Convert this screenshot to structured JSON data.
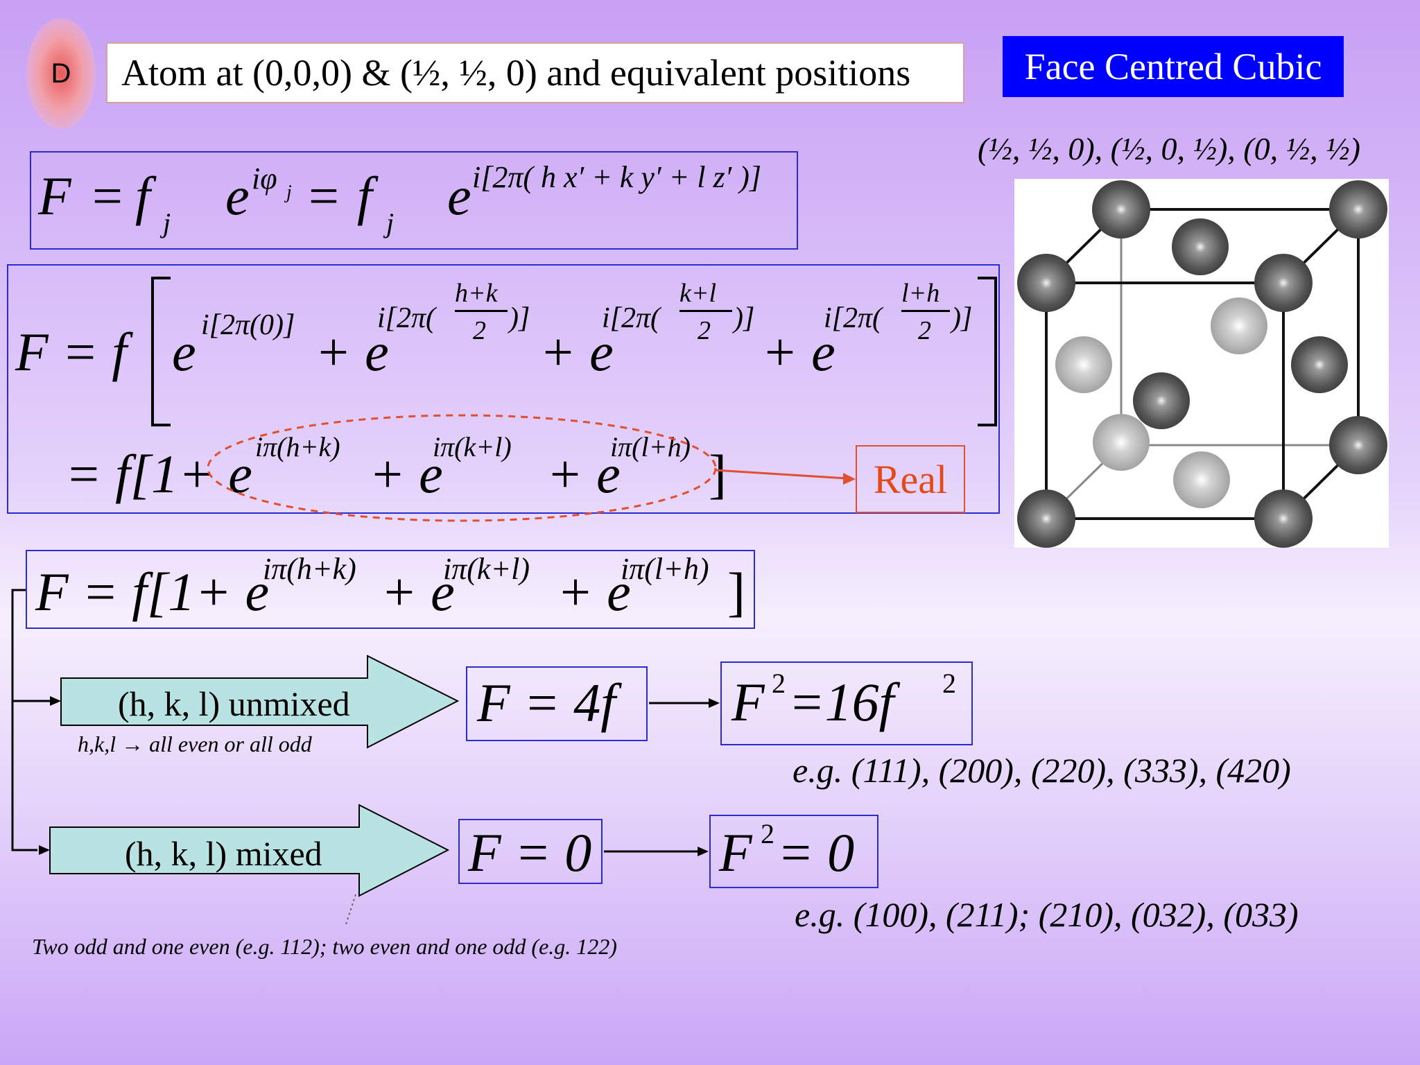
{
  "badge": "D",
  "header": "Atom at (0,0,0) & (½, ½, 0) and equivalent positions",
  "title": "Face Centred Cubic",
  "positions": "(½, ½, 0), (½, 0, ½), (0, ½, ½)",
  "eq1": {
    "F": "F",
    "equals": "=",
    "f": "f",
    "j": "j",
    "e": "e",
    "phi_exp": "iφ",
    "phi_sub": "j",
    "exp2": "i[2π( h x′ + k y′ + l z′ )]",
    "exp2_sub": "j"
  },
  "eq2": {
    "lhs": "F = f",
    "term1": "e",
    "term1_exp": "i[2π(0)]",
    "plus": "+ e",
    "t2_pre": "i[2π(",
    "t2_num": "h+k",
    "t2_post": ")]",
    "t3_pre": "i[2π(",
    "t3_num": "k+l",
    "t3_post": ")]",
    "t4_pre": "i[2π(",
    "t4_num": "l+h",
    "t4_post": ")]",
    "den": "2",
    "line2_start": "= f[1+ e",
    "line2_exp1": "iπ(h+k)",
    "line2_exp2": "iπ(k+l)",
    "line2_exp3": "iπ(l+h)",
    "close": "]"
  },
  "real_label": "Real",
  "eq3": {
    "start": "F = f[1+ e",
    "exp1": "iπ(h+k)",
    "exp2": "iπ(k+l)",
    "exp3": "iπ(l+h)",
    "plus_e": "+ e",
    "close": "]"
  },
  "unmixed_label": "(h, k, l) unmixed",
  "unmixed_note": "h,k,l → all even or all odd",
  "mixed_label": "(h, k, l) mixed",
  "mixed_note": "Two odd and one even (e.g. 112); two even and one odd (e.g. 122)",
  "results": {
    "f4f": "F = 4f",
    "f16": "F",
    "f16_rest": " =16f",
    "sq": "2",
    "f0": "F = 0",
    "f20": "F",
    "f20_rest": " = 0"
  },
  "example_unmixed": "e.g. (111), (200), (220), (333), (420)",
  "example_mixed": "e.g. (100), (211); (210), (032), (033)",
  "colors": {
    "accent_box": "#0000ff",
    "real": "#e34a1a",
    "arrow_fill": "#b9e3e3"
  }
}
